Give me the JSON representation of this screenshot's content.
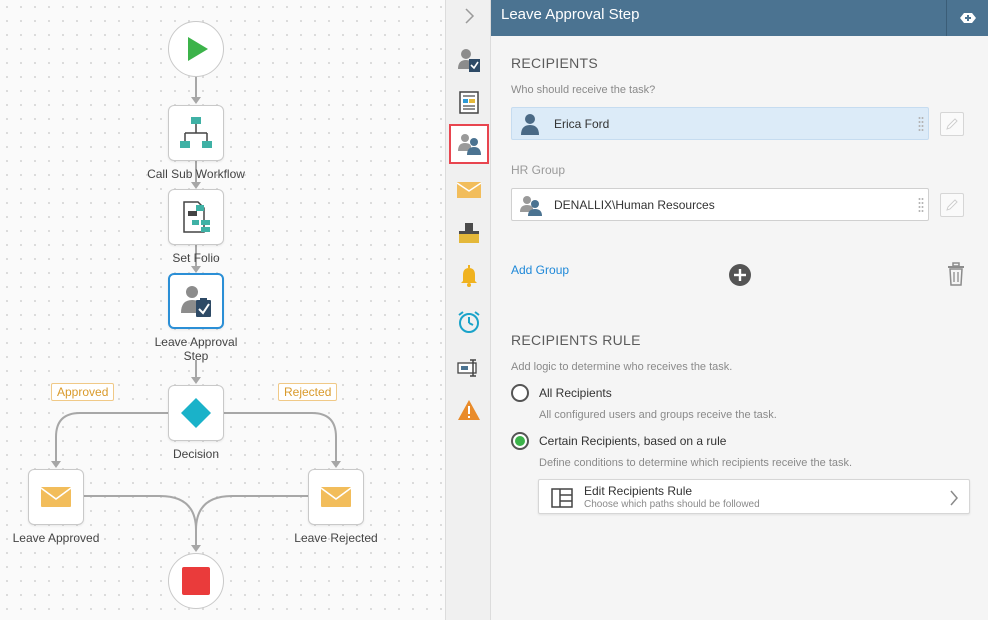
{
  "canvas": {
    "nodes": {
      "sub_workflow": "Call Sub Workflow",
      "set_folio": "Set Folio",
      "leave_approval": "Leave Approval\nStep",
      "decision": "Decision",
      "leave_approved": "Leave Approved",
      "leave_rejected": "Leave Rejected"
    },
    "branches": {
      "approved": "Approved",
      "rejected": "Rejected"
    },
    "colors": {
      "start": "#3cb34a",
      "end": "#ea3b3b",
      "decision": "#1ab2c9",
      "email": "#f2bd5b",
      "teal": "#3fb1a5"
    }
  },
  "rail": {
    "icons": [
      "chevron-right-icon",
      "user-task-icon",
      "form-icon",
      "recipients-icon",
      "email-icon",
      "inbox-icon",
      "bell-icon",
      "timer-icon",
      "text-field-icon",
      "warning-icon"
    ],
    "active": "recipients-icon"
  },
  "panel": {
    "title": "Leave Approval Step",
    "recipients": {
      "heading": "RECIPIENTS",
      "hint": "Who should receive the task?",
      "user_value": "Erica Ford",
      "group_label": "HR Group",
      "group_value": "DENALLIX\\Human Resources",
      "add_group": "Add Group"
    },
    "rule": {
      "heading": "RECIPIENTS RULE",
      "hint": "Add logic to determine who receives the task.",
      "option_all": "All Recipients",
      "option_all_desc": "All configured users and groups receive the task.",
      "option_certain": "Certain Recipients, based on a rule",
      "option_certain_desc": "Define conditions to determine which recipients receive the task.",
      "selected": "certain",
      "edit_title": "Edit Recipients Rule",
      "edit_sub": "Choose which paths should be followed"
    },
    "colors": {
      "header": "#4b7391",
      "link": "#1e88d8",
      "radio_selected": "#3cb34a"
    }
  }
}
